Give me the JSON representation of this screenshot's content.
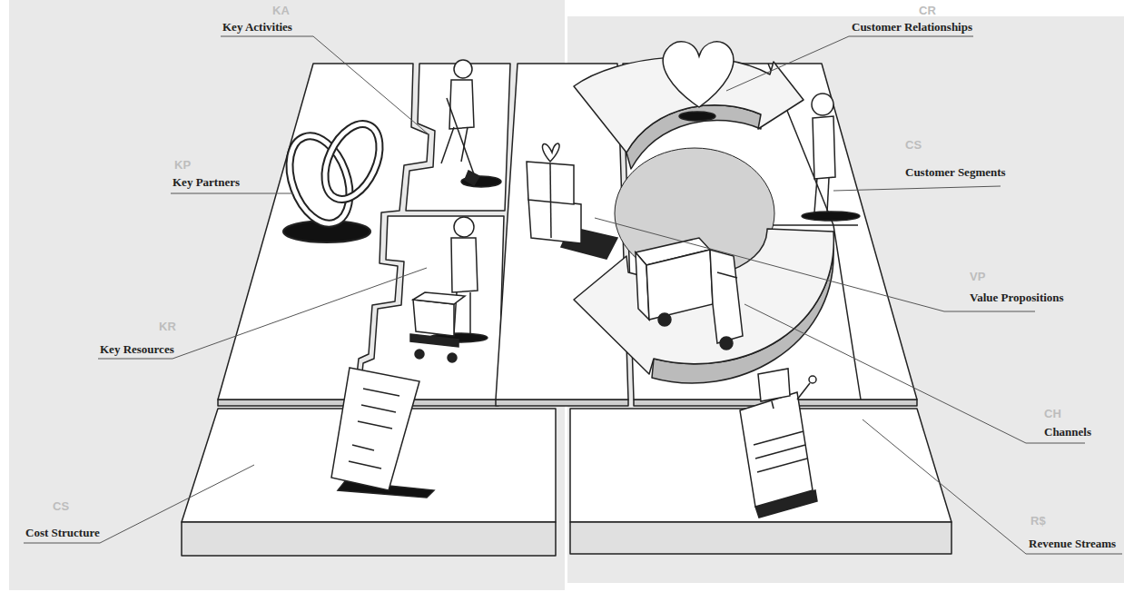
{
  "diagram": {
    "labels": [
      "KA",
      "Key Activities",
      "CR",
      "Customer Relationships",
      "KP",
      "Key Partners",
      "CS",
      "Customer Segments",
      "VP",
      "Value Propositions",
      "KR",
      "Key Resources",
      "CH",
      "Channels",
      "CS",
      "Cost Structure",
      "R$",
      "Revenue Streams"
    ]
  }
}
